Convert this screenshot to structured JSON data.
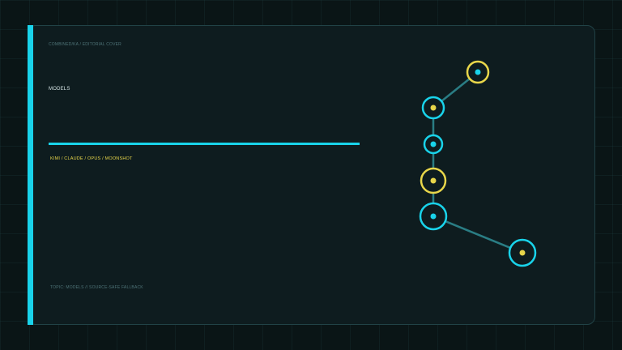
{
  "cover": {
    "eyebrow": "COMBINED/KA / EDITORIAL COVER",
    "title": "MODELS",
    "subtitle": "KIMI / CLAUDE / OPUS / MOONSHOT",
    "footer": "TOPIC: MODELS // SOURCE-SAFE FALLBACK"
  },
  "colors": {
    "accent": "#19d3ea",
    "highlight": "#e8d64a",
    "background": "#0a1516",
    "card": "#0e1c1f"
  },
  "graph": {
    "nodes": [
      {
        "ring": "highlight",
        "dot": "accent"
      },
      {
        "ring": "accent",
        "dot": "highlight"
      },
      {
        "ring": "accent",
        "dot": "accent"
      },
      {
        "ring": "highlight",
        "dot": "highlight"
      },
      {
        "ring": "accent",
        "dot": "accent"
      },
      {
        "ring": "accent",
        "dot": "highlight"
      }
    ]
  }
}
